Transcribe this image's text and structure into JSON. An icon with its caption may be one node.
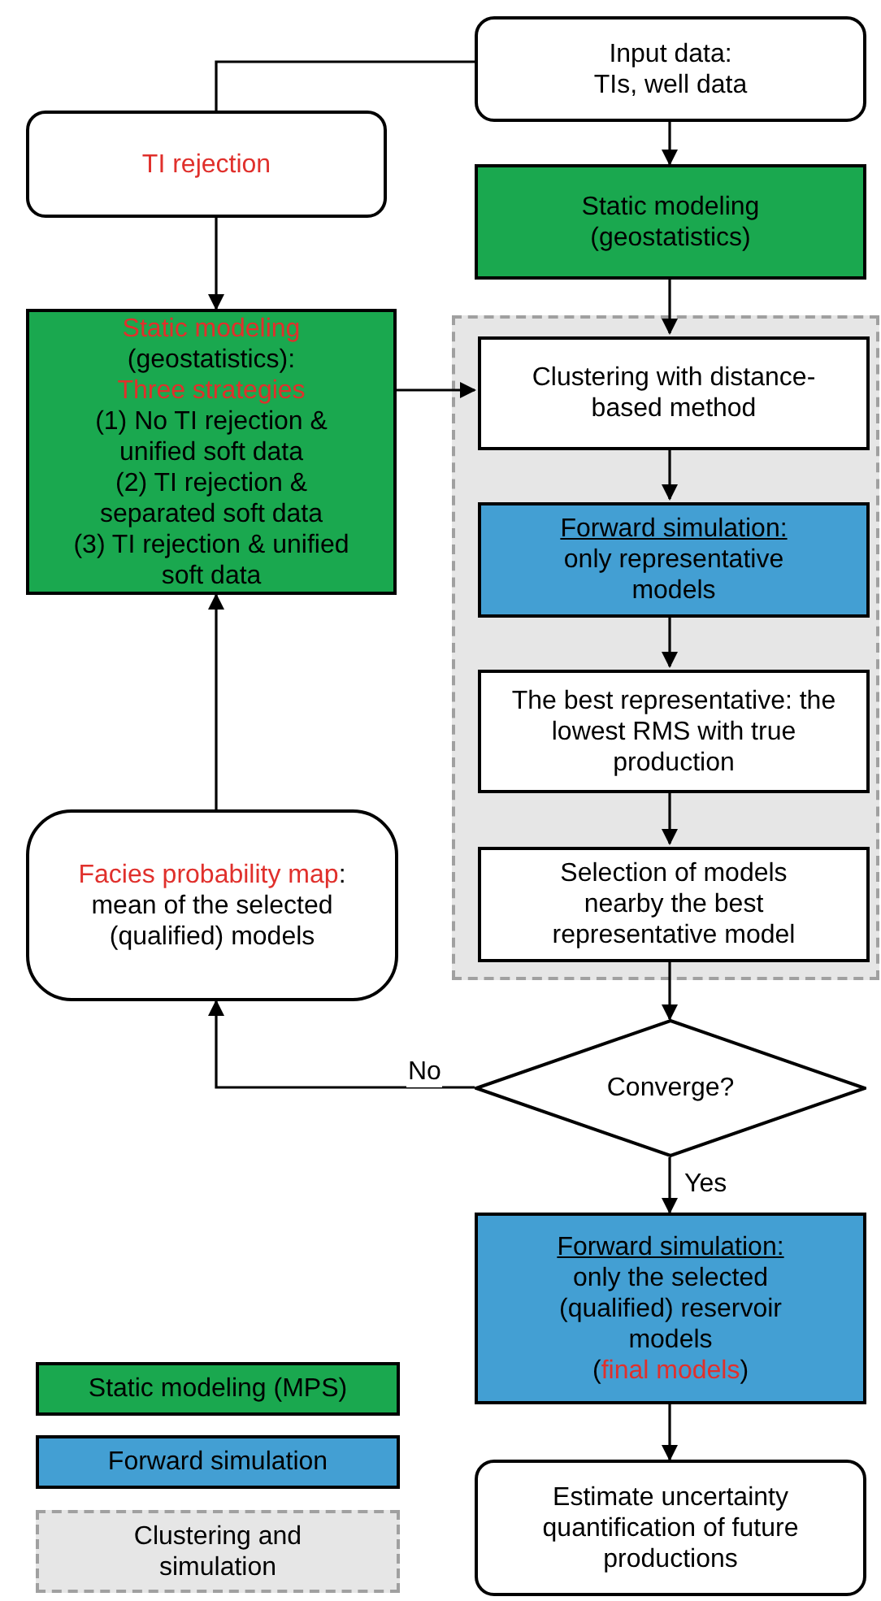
{
  "diagram": {
    "nodes": [
      {
        "text": [
          "Input data:",
          "TIs, well data"
        ]
      },
      {
        "text": [
          "TI rejection"
        ]
      },
      {
        "text": [
          "Static modeling (geostatistics)"
        ]
      },
      {
        "text": [
          "Static modeling",
          "(geostatistics):",
          "Three strategies",
          "(1) No TI rejection & unified soft data",
          "(2) TI rejection & separated soft data",
          "(3) TI rejection & unified soft data"
        ]
      },
      {
        "text": [],
        "shape": "box"
      },
      {
        "text": [
          "Clustering with distance-based method"
        ],
        "in": 4
      },
      {
        "text": [
          "Forward simulation:",
          "only representative models"
        ],
        "in": 4
      },
      {
        "text": [
          "The best representative: the lowest RMS with true production"
        ],
        "in": 4
      },
      {
        "text": [
          "Selection of models nearby the best representative model"
        ],
        "in": 4
      },
      {
        "text": [
          "Facies probability map:",
          "mean of the selected (qualified) models"
        ]
      },
      {
        "text": [
          "Converge?"
        ]
      },
      {
        "text": [
          "Forward simulation:",
          "only the selected (qualified) reservoir models",
          "(final models)"
        ]
      },
      {
        "text": [
          "Estimate uncertainty quantification of future productions"
        ]
      }
    ],
    "edges": [
      {
        "from": 0,
        "to": 1,
        "arrow": "none"
      },
      {
        "from": 1,
        "to": 3,
        "arrow": "to"
      },
      {
        "from": 0,
        "to": 2,
        "arrow": "to"
      },
      {
        "from": 2,
        "to": 5,
        "arrow": "to"
      },
      {
        "from": 3,
        "to": 5,
        "arrow": "to"
      },
      {
        "from": 5,
        "to": 6,
        "arrow": "to"
      },
      {
        "from": 6,
        "to": 7,
        "arrow": "to"
      },
      {
        "from": 7,
        "to": 8,
        "arrow": "to"
      },
      {
        "from": 8,
        "to": 10,
        "arrow": "to"
      },
      {
        "from": 10,
        "to": 11,
        "arrow": "to",
        "label": "Yes"
      },
      {
        "from": 11,
        "to": 12,
        "arrow": "to"
      },
      {
        "from": 10,
        "to": 9,
        "arrow": "to",
        "label": "No"
      },
      {
        "from": 9,
        "to": 3,
        "arrow": "to"
      }
    ],
    "legend": [
      {
        "text": "Static modeling (MPS)",
        "color": "#1aa84f"
      },
      {
        "text": "Forward simulation",
        "color": "#439fd3"
      },
      {
        "text": "Clustering and simulation",
        "color": "#e6e6e6"
      }
    ]
  }
}
